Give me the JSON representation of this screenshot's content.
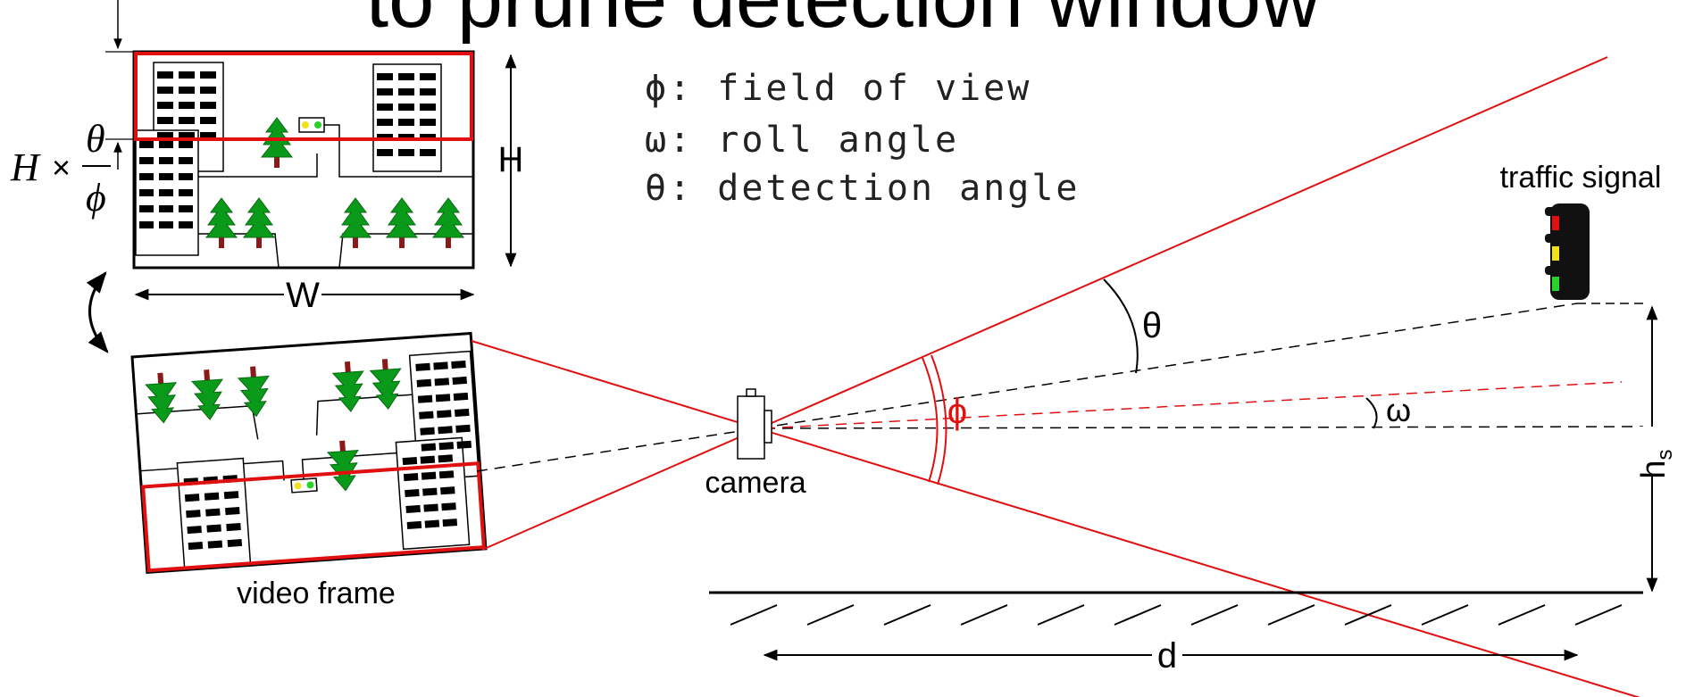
{
  "title": "to prune detection window",
  "legend": {
    "fov": "ϕ: field of view",
    "roll": "ω: roll angle",
    "detect": "θ: detection angle"
  },
  "labels": {
    "traffic_signal": "traffic signal",
    "camera": "camera",
    "video_frame": "video frame",
    "H": "H",
    "W": "W",
    "d": "d",
    "hs_main": "h",
    "hs_sub": "s",
    "theta": "θ",
    "phi": "ϕ",
    "omega": "ω"
  },
  "formula": {
    "H": "H",
    "times": "×",
    "numerator": "θ",
    "denominator": "ϕ"
  },
  "colors": {
    "accent_red": "#e01010",
    "tree_green": "#0a9a1a",
    "trunk": "#8a1a1a",
    "ink": "#000000"
  }
}
